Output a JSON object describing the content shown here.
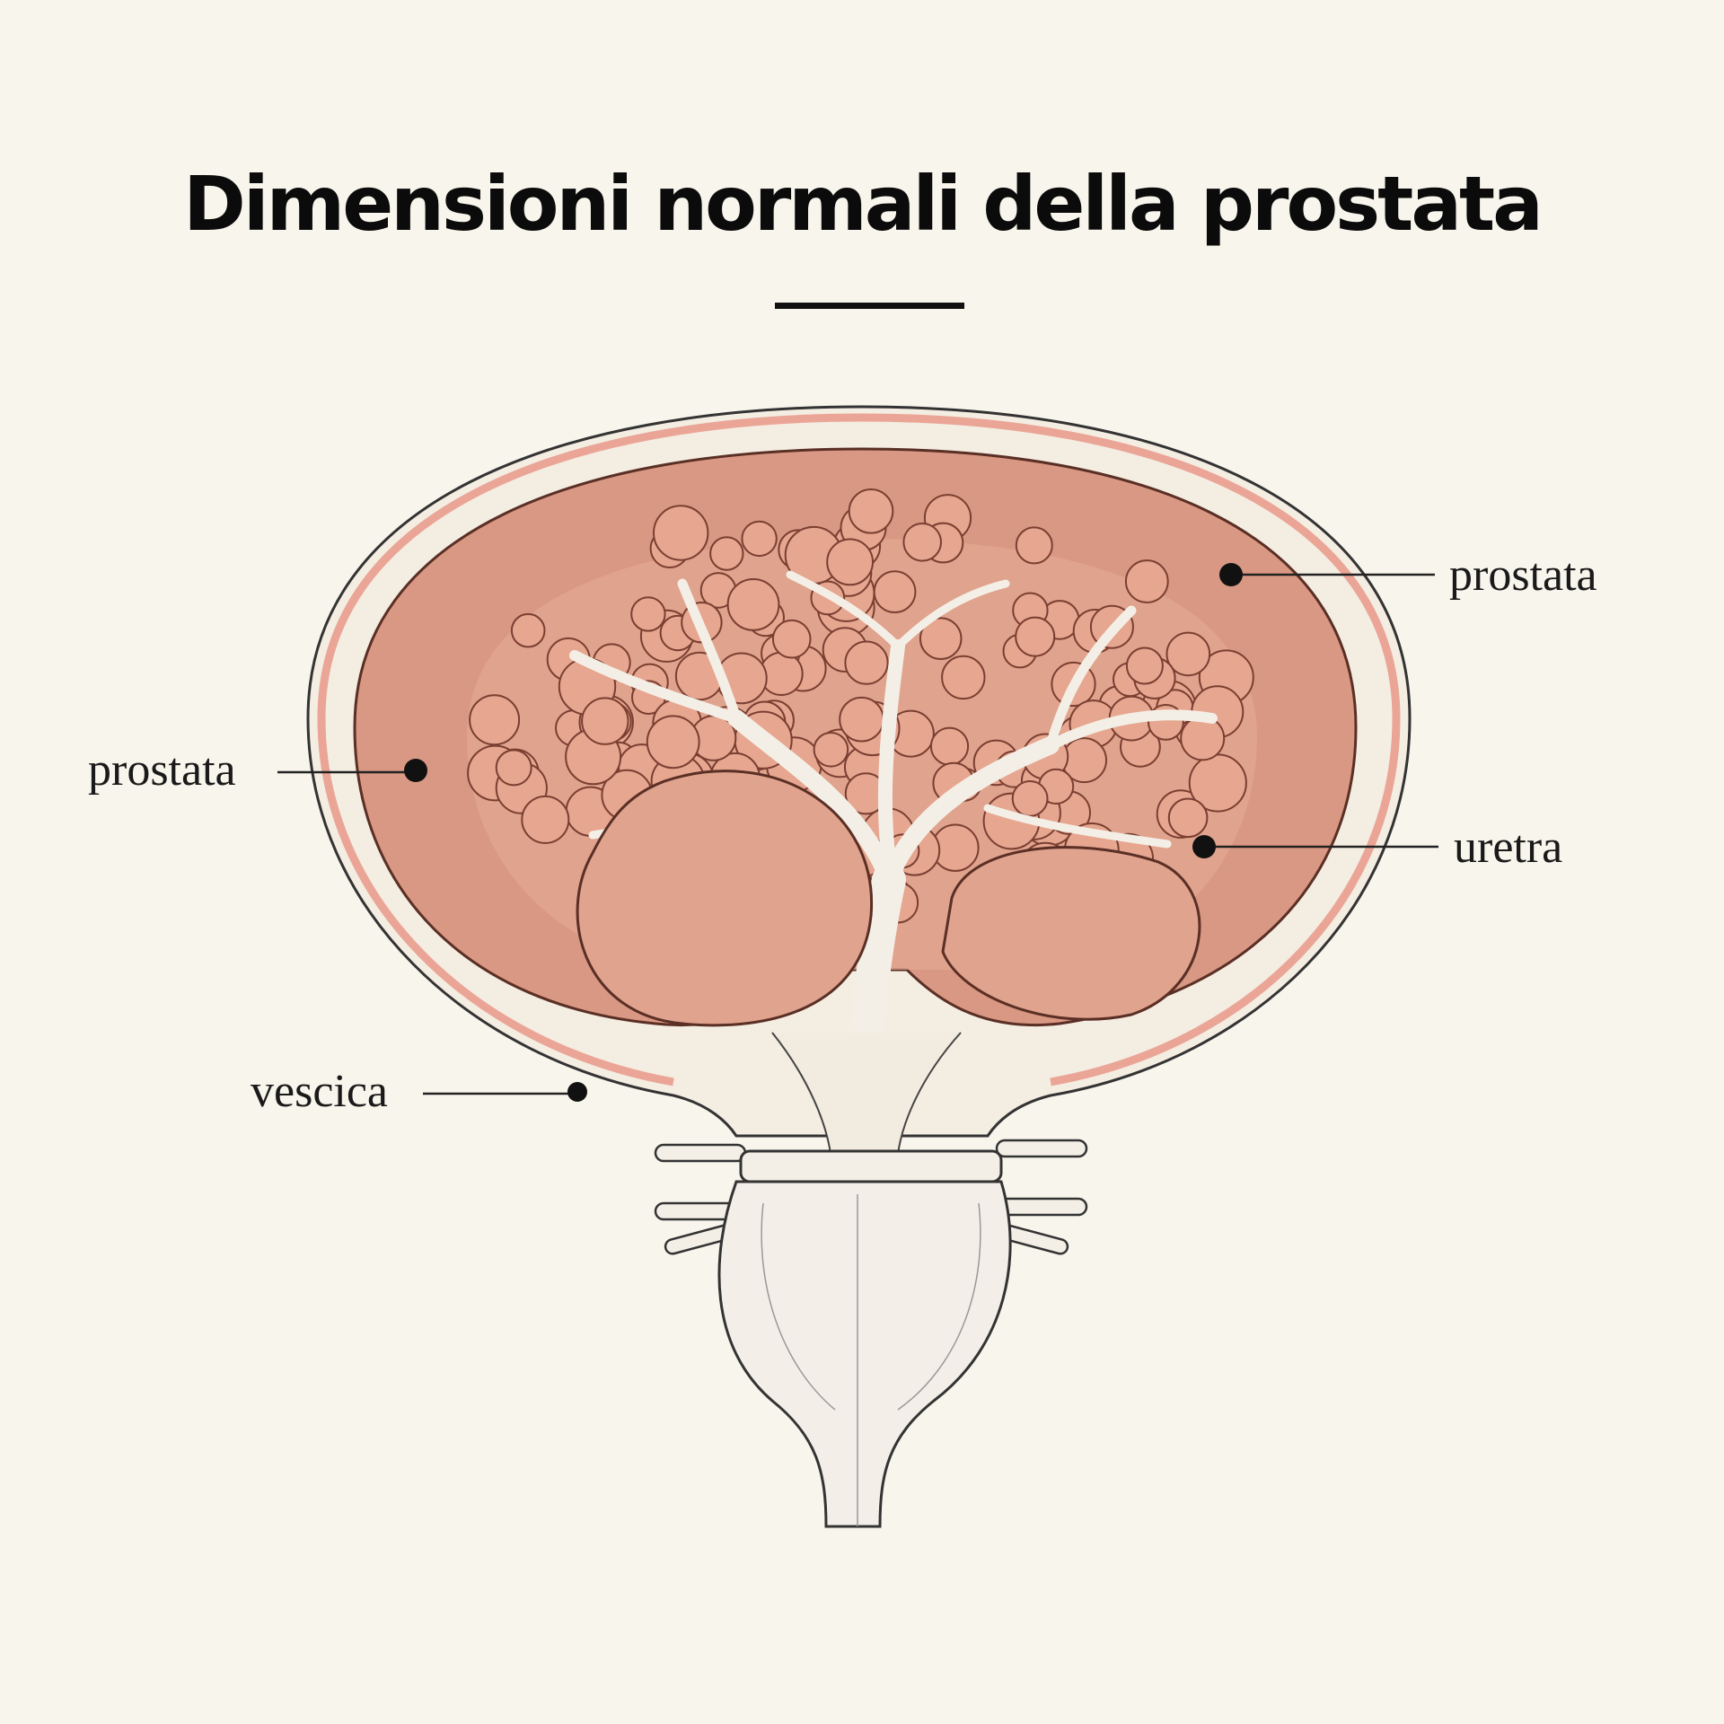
{
  "title": "Dimensioni normali della prostata",
  "labels": {
    "prostata_right": "prostata",
    "prostata_left": "prostata",
    "uretra": "uretra",
    "vescica": "vescica"
  },
  "colors": {
    "background": "#f8f5ec",
    "tissue": "#d99883",
    "tissue_dark": "#b4675a",
    "capsule": "#eaa596",
    "urethra": "#f4efe6",
    "ink": "#111111"
  }
}
